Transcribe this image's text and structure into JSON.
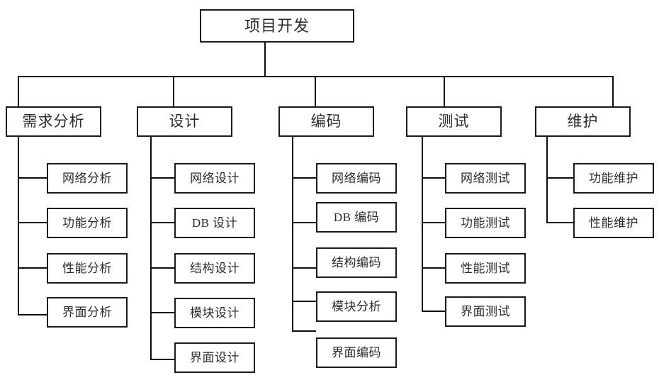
{
  "diagram": {
    "type": "tree-hierarchy",
    "title": "项目开发",
    "root": {
      "label": "项目开发"
    },
    "branches": [
      {
        "label": "需求分析",
        "children": [
          {
            "label": "网络分析"
          },
          {
            "label": "功能分析"
          },
          {
            "label": "性能分析"
          },
          {
            "label": "界面分析"
          }
        ]
      },
      {
        "label": "设计",
        "children": [
          {
            "label": "网络设计"
          },
          {
            "label": "DB 设计"
          },
          {
            "label": "结构设计"
          },
          {
            "label": "模块设计"
          },
          {
            "label": "界面设计"
          }
        ]
      },
      {
        "label": "编码",
        "children": [
          {
            "label": "网络编码"
          },
          {
            "label": "DB 编码"
          },
          {
            "label": "结构编码"
          },
          {
            "label": "模块分析"
          },
          {
            "label": "界面编码"
          }
        ]
      },
      {
        "label": "测试",
        "children": [
          {
            "label": "网络测试"
          },
          {
            "label": "功能测试"
          },
          {
            "label": "性能测试"
          },
          {
            "label": "界面测试"
          }
        ]
      },
      {
        "label": "维护",
        "children": [
          {
            "label": "功能维护"
          },
          {
            "label": "性能维护"
          }
        ]
      }
    ],
    "style": {
      "border_color": "#1a1a1a",
      "line_color": "#0d0d0d",
      "text_color": "#2b2b2b",
      "background": "#ffffff"
    }
  }
}
